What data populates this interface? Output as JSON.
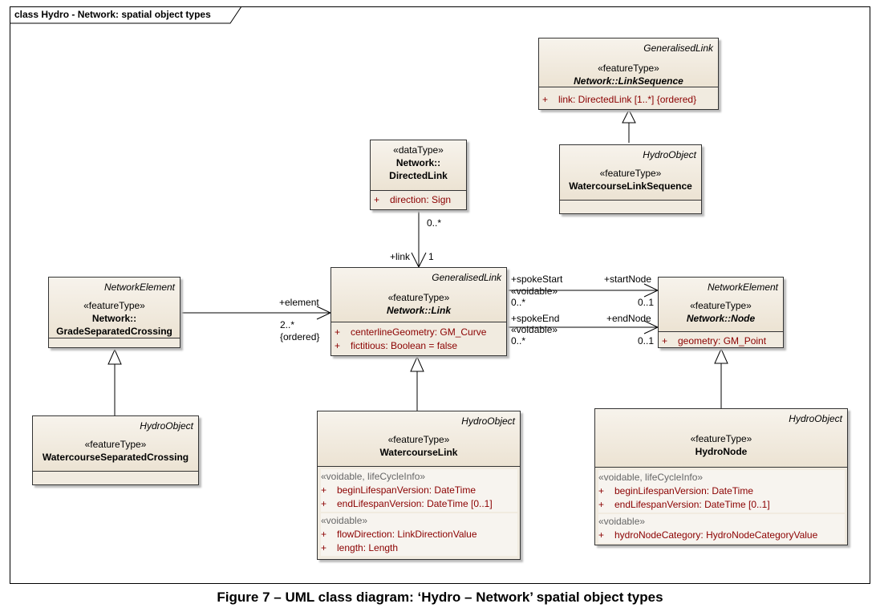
{
  "frame_title": "class Hydro - Network: spatial object types",
  "caption": "Figure 7 – UML class diagram: ‘Hydro – Network’ spatial object types",
  "classes": {
    "link_sequence": {
      "parent": "GeneralisedLink",
      "stereotype": "«featureType»",
      "name": "Network::LinkSequence",
      "attrs": [
        {
          "plus": "+",
          "text": "link: DirectedLink [1..*] {ordered}"
        }
      ]
    },
    "watercourse_link_sequence": {
      "parent": "HydroObject",
      "stereotype": "«featureType»",
      "name": "WatercourseLinkSequence"
    },
    "directed_link": {
      "stereotype": "«dataType»",
      "name_line1": "Network::",
      "name_line2": "DirectedLink",
      "attrs": [
        {
          "plus": "+",
          "text": "direction: Sign"
        }
      ]
    },
    "grade_separated": {
      "parent": "NetworkElement",
      "stereotype": "«featureType»",
      "name_line1": "Network::",
      "name_line2": "GradeSeparatedCrossing"
    },
    "link": {
      "parent": "GeneralisedLink",
      "stereotype": "«featureType»",
      "name": "Network::Link",
      "attrs": [
        {
          "plus": "+",
          "text": "centerlineGeometry: GM_Curve"
        },
        {
          "plus": "+",
          "text": "fictitious: Boolean = false"
        }
      ]
    },
    "node": {
      "parent": "NetworkElement",
      "stereotype": "«featureType»",
      "name": "Network::Node",
      "attrs": [
        {
          "plus": "+",
          "text": "geometry: GM_Point"
        }
      ]
    },
    "watercourse_separated": {
      "parent": "HydroObject",
      "stereotype": "«featureType»",
      "name": "WatercourseSeparatedCrossing"
    },
    "watercourse_link": {
      "parent": "HydroObject",
      "stereotype": "«featureType»",
      "name": "WatercourseLink",
      "group1": "«voidable, lifeCycleInfo»",
      "attrs1": [
        {
          "plus": "+",
          "text": "beginLifespanVersion: DateTime"
        },
        {
          "plus": "+",
          "text": "endLifespanVersion: DateTime [0..1]"
        }
      ],
      "group2": "«voidable»",
      "attrs2": [
        {
          "plus": "+",
          "text": "flowDirection: LinkDirectionValue"
        },
        {
          "plus": "+",
          "text": "length: Length"
        }
      ]
    },
    "hydro_node": {
      "parent": "HydroObject",
      "stereotype": "«featureType»",
      "name": "HydroNode",
      "group1": "«voidable, lifeCycleInfo»",
      "attrs1": [
        {
          "plus": "+",
          "text": "beginLifespanVersion: DateTime"
        },
        {
          "plus": "+",
          "text": "endLifespanVersion: DateTime [0..1]"
        }
      ],
      "group2": "«voidable»",
      "attrs2": [
        {
          "plus": "+",
          "text": "hydroNodeCategory: HydroNodeCategoryValue"
        }
      ]
    }
  },
  "association_labels": {
    "dl_mult": "0..*",
    "link_role": "+link",
    "link_mult": "1",
    "element_role": "+element",
    "element_mult": "2..*",
    "element_ordered": "{ordered}",
    "spoke_start": "+spokeStart",
    "spoke_start_voidable": "«voidable»",
    "spoke_start_mult": "0..*",
    "start_node": "+startNode",
    "start_node_mult": "0..1",
    "spoke_end": "+spokeEnd",
    "spoke_end_voidable": "«voidable»",
    "spoke_end_mult": "0..*",
    "end_node": "+endNode",
    "end_node_mult": "0..1"
  }
}
